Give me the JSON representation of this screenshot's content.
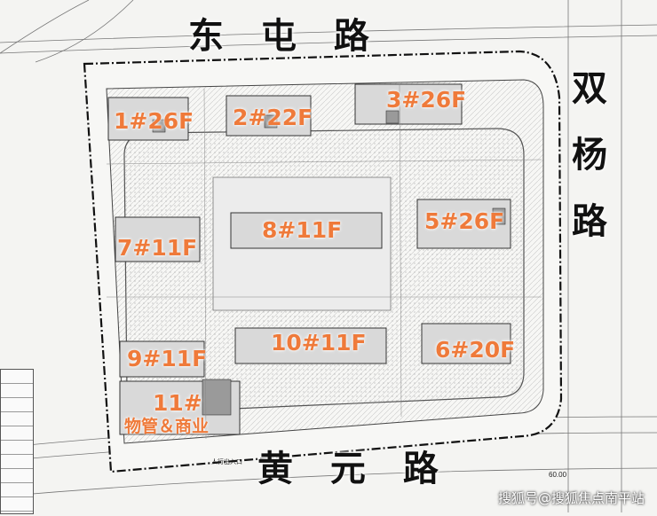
{
  "map": {
    "roads": {
      "north": "东 屯 路",
      "east": [
        "双",
        "杨",
        "路"
      ],
      "south": "黄 元 路"
    },
    "buildings": [
      {
        "id": "b1",
        "label": "1#26F"
      },
      {
        "id": "b2",
        "label": "2#22F"
      },
      {
        "id": "b3",
        "label": "3#26F"
      },
      {
        "id": "b5",
        "label": "5#26F"
      },
      {
        "id": "b7",
        "label": "7#11F"
      },
      {
        "id": "b8",
        "label": "8#11F"
      },
      {
        "id": "b9",
        "label": "9#11F"
      },
      {
        "id": "b10",
        "label": "10#11F"
      },
      {
        "id": "b6",
        "label": "6#20F"
      },
      {
        "id": "b11",
        "label": "11#",
        "sub": "物管＆商业"
      }
    ],
    "small_labels": {
      "width_road": "60.00",
      "entrance": "人行出入口"
    },
    "watermark": "搜狐号@搜狐焦点南平站",
    "colors": {
      "label": "#ef7a3a",
      "boundary": "#111111",
      "building_fill": "#9a9a9a"
    }
  }
}
